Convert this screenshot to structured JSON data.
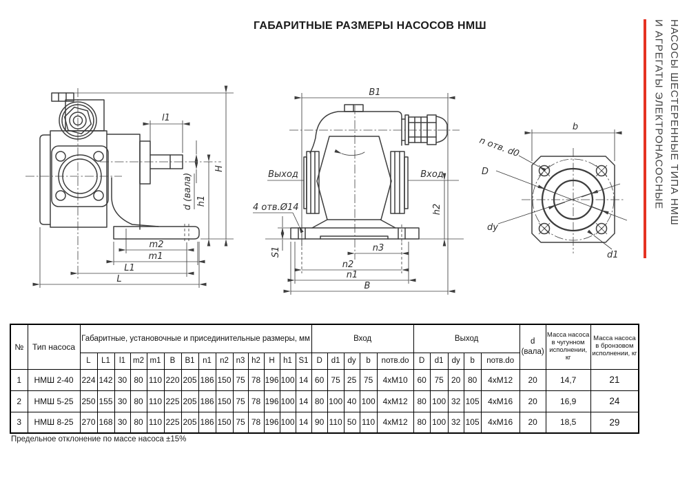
{
  "page": {
    "title": "ГАБАРИТНЫЕ РАЗМЕРЫ НАСОСОВ НМШ",
    "footnote": "Предельное отклонение по массе насоса ±15%"
  },
  "sidebar": {
    "line1": "НАСОСЫ ШЕСТЕРЕННЫЕ ТИПА НМШ",
    "line2": "И АГРЕГАТЫ ЭЛЕКТРОНАСОСНЫЕ",
    "accent_color": "#e53222"
  },
  "drawings": {
    "side_view": {
      "labels": {
        "l1": "l1",
        "H": "H",
        "h1": "h1",
        "d_shaft": "d (вала)",
        "m2": "m2",
        "m1": "m1",
        "L1": "L1",
        "L": "L"
      }
    },
    "front_view": {
      "labels": {
        "B1": "B1",
        "outlet": "Выход",
        "inlet": "Вход",
        "holes": "4 отв.Ø14",
        "S1": "S1",
        "h2": "h2",
        "n3": "n3",
        "n2": "n2",
        "n1": "n1",
        "B": "B"
      }
    },
    "flange_view": {
      "labels": {
        "b": "b",
        "holes": "n отв. d0",
        "D": "D",
        "dy": "dy",
        "d1": "d1"
      }
    }
  },
  "table": {
    "headers": {
      "no": "№",
      "type": "Тип насоса",
      "dims_group": "Габаритные, установочные и присединительные размеры, мм",
      "inlet": "Вход",
      "outlet": "Выход",
      "shaft_d_line1": "d",
      "shaft_d_line2": "(вала)",
      "mass_iron": "Масса насоса в чугунном исполнении, кг",
      "mass_bronze": "Масса насоса в бронзовом исполнении, кг"
    },
    "sub_columns": [
      "L",
      "L1",
      "l1",
      "m2",
      "m1",
      "B",
      "B1",
      "n1",
      "n2",
      "n3",
      "h2",
      "H",
      "h1",
      "S1",
      "D",
      "d1",
      "dy",
      "b",
      "nотв.do",
      "D",
      "d1",
      "dy",
      "b",
      "nотв.do"
    ],
    "rows": [
      [
        "1",
        "НМШ 2-40",
        "224",
        "142",
        "30",
        "80",
        "110",
        "220",
        "205",
        "186",
        "150",
        "75",
        "78",
        "196",
        "100",
        "14",
        "60",
        "75",
        "25",
        "75",
        "4xM10",
        "60",
        "75",
        "20",
        "80",
        "4xM12",
        "20",
        "14,7",
        "21"
      ],
      [
        "2",
        "НМШ 5-25",
        "250",
        "155",
        "30",
        "80",
        "110",
        "225",
        "205",
        "186",
        "150",
        "75",
        "78",
        "196",
        "100",
        "14",
        "80",
        "100",
        "40",
        "100",
        "4xM12",
        "80",
        "100",
        "32",
        "105",
        "4xM16",
        "20",
        "16,9",
        "24"
      ],
      [
        "3",
        "НМШ 8-25",
        "270",
        "168",
        "30",
        "80",
        "110",
        "225",
        "205",
        "186",
        "150",
        "75",
        "78",
        "196",
        "100",
        "14",
        "90",
        "110",
        "50",
        "110",
        "4xM12",
        "80",
        "100",
        "32",
        "105",
        "4xM16",
        "20",
        "18,5",
        "29"
      ]
    ]
  }
}
